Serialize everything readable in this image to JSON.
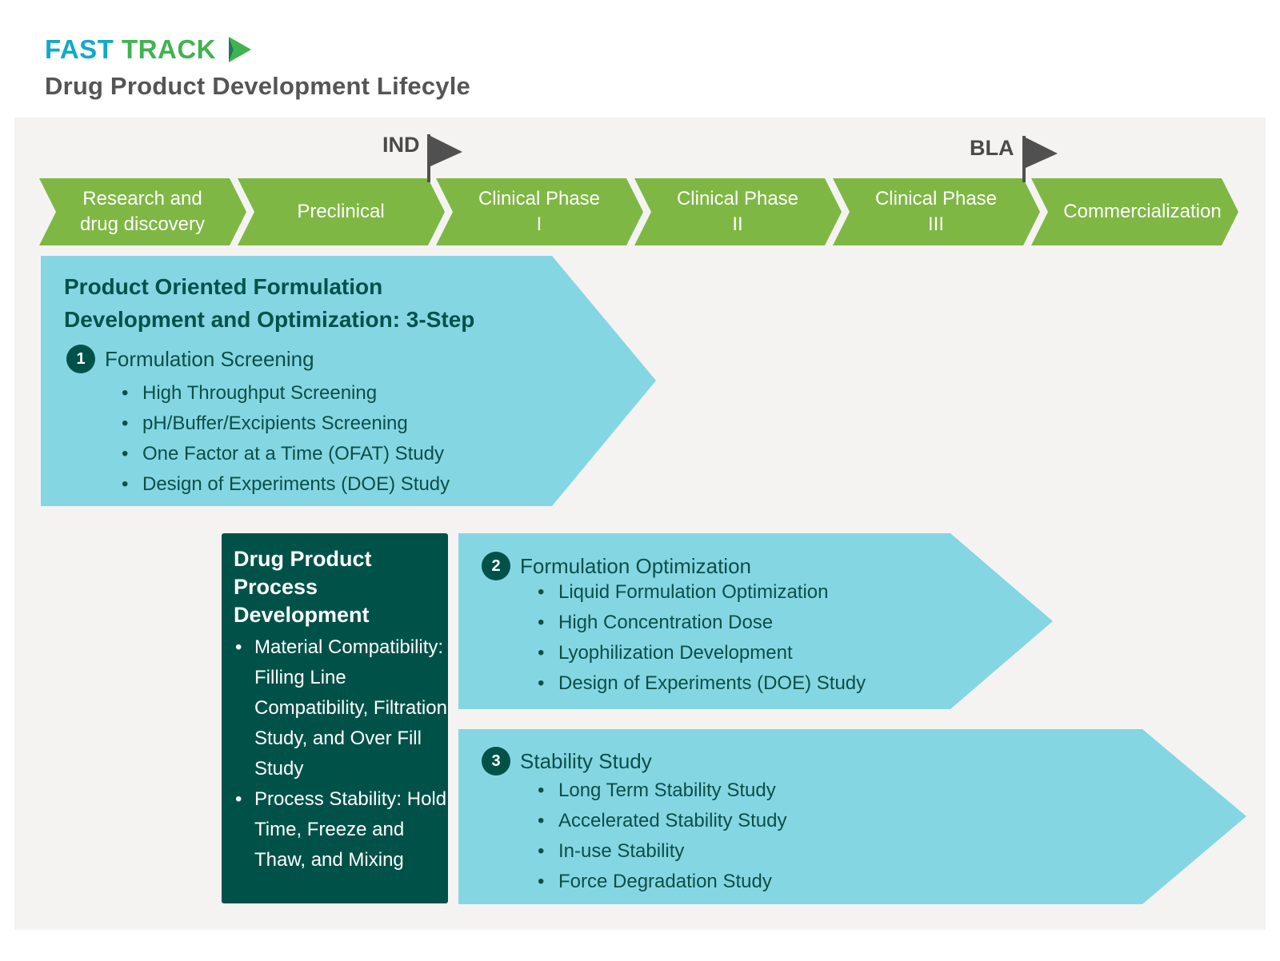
{
  "brand": {
    "part1": "FAST ",
    "part2": "TRACK",
    "icon": "play-arrow-icon",
    "colors": {
      "part1": "#11a9c9",
      "part2": "#3fb34f"
    }
  },
  "subtitle": "Drug Product Development Lifecyle",
  "milestones": [
    {
      "label": "IND",
      "icon": "flag-icon"
    },
    {
      "label": "BLA",
      "icon": "flag-icon"
    }
  ],
  "phases": [
    {
      "lines": [
        "Research and",
        "drug discovery"
      ]
    },
    {
      "lines": [
        "Preclinical"
      ]
    },
    {
      "lines": [
        "Clinical Phase",
        "I"
      ]
    },
    {
      "lines": [
        "Clinical Phase",
        "II"
      ]
    },
    {
      "lines": [
        "Clinical Phase",
        "III"
      ]
    },
    {
      "lines": [
        "Commercialization"
      ]
    }
  ],
  "formulation": {
    "title_line1": "Product Oriented Formulation",
    "title_line2": "Development and Optimization: 3-Step"
  },
  "steps": [
    {
      "number": "1",
      "title": "Formulation Screening",
      "items": [
        "High Throughput Screening",
        "pH/Buffer/Excipients Screening",
        "One Factor at a Time (OFAT) Study",
        "Design of Experiments (DOE) Study"
      ]
    },
    {
      "number": "2",
      "title": "Formulation Optimization",
      "items": [
        "Liquid Formulation Optimization",
        "High Concentration Dose",
        "Lyophilization Development",
        "Design of Experiments (DOE) Study"
      ]
    },
    {
      "number": "3",
      "title": "Stability Study",
      "items": [
        "Long Term Stability Study",
        "Accelerated Stability Study",
        "In-use Stability",
        "Force Degradation Study"
      ]
    }
  ],
  "process_dev": {
    "title_lines": [
      "Drug Product",
      "Process",
      "Development"
    ],
    "items": [
      "Material Compatibility: Filling Line Compatibility, Filtration Study, and Over Fill Study",
      "Process Stability: Hold Time, Freeze and Thaw, and Mixing"
    ]
  },
  "colors": {
    "phase_green": "#7fb744",
    "light_teal": "#85d6e3",
    "dark_teal": "#005249",
    "flag": "#505050",
    "panel": "#f4f3f2"
  }
}
